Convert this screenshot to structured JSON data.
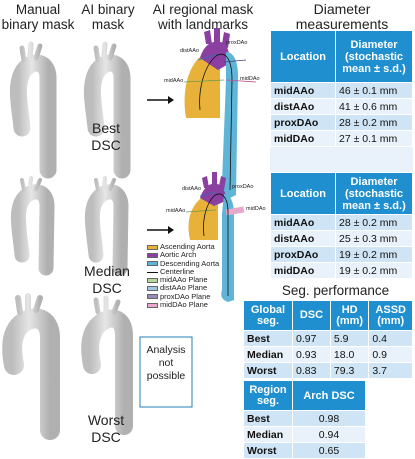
{
  "headers": {
    "manual": "Manual\nbinary mask",
    "ai_binary": "AI binary\nmask",
    "ai_regional": "AI regional mask\nwith landmarks",
    "diameter": "Diameter\nmeasurements"
  },
  "row_labels": {
    "best": "Best\nDSC",
    "median": "Median\nDSC",
    "worst": "Worst\nDSC"
  },
  "landmarks": {
    "distAAo": "distAAo",
    "proxDAo": "proxDAo",
    "midAAo": "midAAo",
    "midDAo": "midDAo"
  },
  "analysis_note": "Analysis\nnot\npossible",
  "legend": [
    {
      "label": "Ascending Aorta",
      "color": "#e8b23a",
      "kind": "fill"
    },
    {
      "label": "Aortic Arch",
      "color": "#8b3fa0",
      "kind": "fill"
    },
    {
      "label": "Descending Aorta",
      "color": "#5fb5d8",
      "kind": "fill"
    },
    {
      "label": "Centerline",
      "color": "#111111",
      "kind": "line"
    },
    {
      "label": "midAAo Plane",
      "color": "#b8d89a",
      "kind": "fill"
    },
    {
      "label": "distAAo Plane",
      "color": "#9fc6e4",
      "kind": "fill"
    },
    {
      "label": "proxDAo Plane",
      "color": "#9a8ab8",
      "kind": "fill"
    },
    {
      "label": "midDAo Plane",
      "color": "#e8a8cc",
      "kind": "fill"
    }
  ],
  "best_table": {
    "col1": "Location",
    "col2": "Diameter\n(stochastic\nmean ± s.d.)",
    "rows": [
      {
        "loc": "midAAo",
        "val": "46 ± 0.1 mm"
      },
      {
        "loc": "distAAo",
        "val": "41 ± 0.6 mm"
      },
      {
        "loc": "proxDAo",
        "val": "28 ± 0.2 mm"
      },
      {
        "loc": "midDAo",
        "val": "27 ± 0.1 mm"
      }
    ]
  },
  "median_table": {
    "col1": "Location",
    "col2": "Diameter\n(stochastic\nmean ± s.d.)",
    "rows": [
      {
        "loc": "midAAo",
        "val": "28 ± 0.2 mm"
      },
      {
        "loc": "distAAo",
        "val": "25 ± 0.3 mm"
      },
      {
        "loc": "proxDAo",
        "val": "19 ± 0.2 mm"
      },
      {
        "loc": "midDAo",
        "val": "19 ± 0.2 mm"
      }
    ]
  },
  "seg_title": "Seg. performance",
  "global_table": {
    "headers": [
      "Global\nseg.",
      "DSC",
      "HD\n(mm)",
      "ASSD\n(mm)"
    ],
    "rows": [
      {
        "label": "Best",
        "dsc": "0.97",
        "hd": "5.9",
        "assd": "0.4"
      },
      {
        "label": "Median",
        "dsc": "0.93",
        "hd": "18.0",
        "assd": "0.9"
      },
      {
        "label": "Worst",
        "dsc": "0.83",
        "hd": "79.3",
        "assd": "3.7"
      }
    ]
  },
  "region_table": {
    "headers": [
      "Region\nseg.",
      "Arch DSC"
    ],
    "rows": [
      {
        "label": "Best",
        "dsc": "0.98"
      },
      {
        "label": "Median",
        "dsc": "0.94"
      },
      {
        "label": "Worst",
        "dsc": "0.65"
      }
    ]
  },
  "colors": {
    "ascending": "#e8b23a",
    "arch": "#8b3fa0",
    "descending": "#5fb5d8",
    "gray_mask": "#d4d4d4",
    "table_header": "#1f8fcf"
  }
}
